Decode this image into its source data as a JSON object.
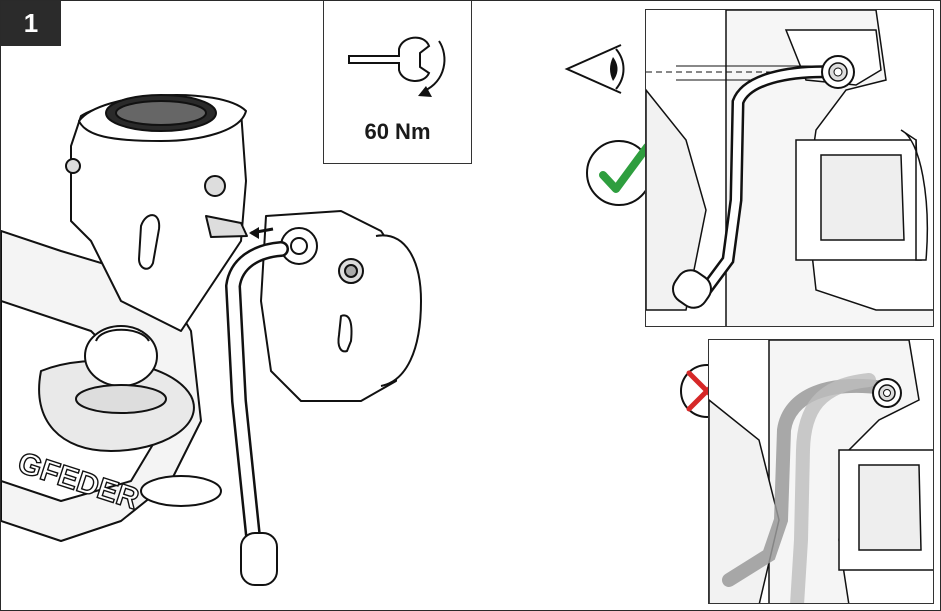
{
  "step": {
    "number": "1"
  },
  "torque": {
    "value": "60 Nm",
    "icon": "torque-wrench-icon"
  },
  "main_illustration": {
    "brand_text": "GFEDER"
  },
  "status": {
    "correct_icon": "checkmark-icon",
    "incorrect_icon": "cross-icon",
    "view_icon": "eye-icon",
    "correct_color": "#2e9e3e",
    "incorrect_color": "#d62828"
  }
}
